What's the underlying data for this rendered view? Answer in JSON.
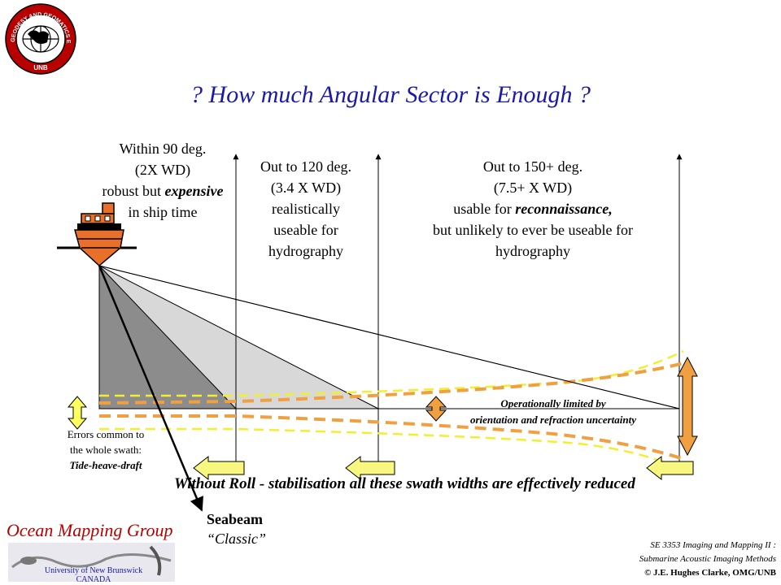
{
  "logo": {
    "ring_text": "GEODESY AND GEOMATICS ENGINEERING",
    "bottom_text": "UNB"
  },
  "title": "? How much Angular Sector is Enough ?",
  "sector_90": {
    "line1": "Within 90 deg.",
    "line2": "(2X WD)",
    "line3_pre": "robust but ",
    "line3_em": "expensive",
    "line4": "in ship time"
  },
  "sector_120": {
    "line1": "Out to 120 deg.",
    "line2": "(3.4 X WD)",
    "line3": "realistically",
    "line4": "useable for",
    "line5": "hydrography"
  },
  "sector_150": {
    "line1": "Out to 150+ deg.",
    "line2": "(7.5+ X WD)",
    "line3_pre": "usable for ",
    "line3_em": "reconnaissance,",
    "line4": "but unlikely to ever be useable for",
    "line5": "hydrography"
  },
  "limited": {
    "line1": "Operationally limited by",
    "line2": "orientation and refraction uncertainty"
  },
  "common_errors": {
    "line1": "Errors common to",
    "line2": "the whole swath:",
    "line3": "Tide-heave-draft"
  },
  "roll_note": "Without Roll - stabilisation all these swath widths are effectively reduced",
  "seabeam": {
    "line1": "Seabeam",
    "line2": "“Classic”"
  },
  "footer": {
    "group": "Ocean Mapping Group",
    "univ1": "University of New Brunswick",
    "univ2": "CANADA",
    "course1": "SE 3353 Imaging and Mapping II :",
    "course2": "Submarine Acoustic Imaging Methods",
    "course3": "© J.E. Hughes Clarke, OMG/UNB"
  },
  "colors": {
    "title": "#1a1aa6",
    "arrow_orange": "#f0a040",
    "ship_orange": "#e8702a",
    "dashed_yellow": "#f0f030",
    "arrow_yellow": "#f8f880",
    "footer_red": "#b80000"
  }
}
